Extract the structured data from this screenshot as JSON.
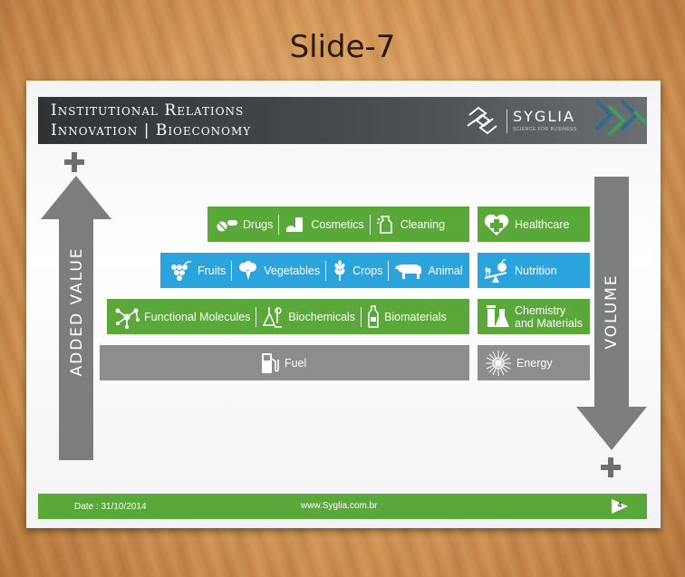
{
  "page_title": "Slide-7",
  "banner": {
    "line1": "Institutional Relations",
    "line2": "Innovation | Bioeconomy",
    "brand_name": "SYGLIA",
    "brand_tagline": "SCIENCE FOR BUSINESS"
  },
  "axes": {
    "left_label": "ADDED VALUE",
    "right_label": "VOLUME"
  },
  "rows": {
    "row1": {
      "items": [
        {
          "label": "Drugs",
          "icon": "pills-icon"
        },
        {
          "label": "Cosmetics",
          "icon": "cosmetics-icon"
        },
        {
          "label": "Cleaning",
          "icon": "cleaning-icon"
        }
      ],
      "category": {
        "label": "Healthcare",
        "icon": "medical-cross-icon"
      }
    },
    "row2": {
      "items": [
        {
          "label": "Fruits",
          "icon": "grapes-icon"
        },
        {
          "label": "Vegetables",
          "icon": "broccoli-icon"
        },
        {
          "label": "Crops",
          "icon": "wheat-icon"
        },
        {
          "label": "Animal",
          "icon": "cow-icon"
        }
      ],
      "category": {
        "label": "Nutrition",
        "icon": "balance-scale-icon"
      }
    },
    "row3": {
      "items": [
        {
          "label": "Functional Molecules",
          "icon": "molecule-icon"
        },
        {
          "label": "Biochemicals",
          "icon": "lab-icon"
        },
        {
          "label": "Biomaterials",
          "icon": "bottle-icon"
        }
      ],
      "category": {
        "label": "Chemistry and Materials",
        "icon": "flask-icon"
      }
    },
    "row4": {
      "items": [
        {
          "label": "Fuel",
          "icon": "fuel-pump-icon"
        }
      ],
      "category": {
        "label": "Energy",
        "icon": "energy-burst-icon"
      }
    }
  },
  "footer": {
    "date": "Date : 31/10/2014",
    "url": "www.Syglia.com.br",
    "page_number": "4"
  },
  "colors": {
    "green": "#5aa839",
    "blue": "#2ba4dd",
    "grey": "#8c8d8f",
    "arrow": "#7c7d7f",
    "banner": "#3c4144"
  }
}
